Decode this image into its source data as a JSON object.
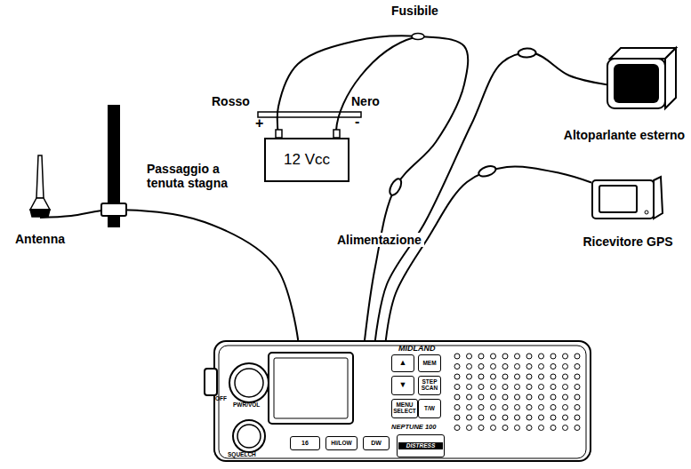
{
  "diagram": {
    "nodes": [
      {
        "text": [
          "Antenna"
        ]
      },
      {
        "text": [
          "12 Vcc"
        ]
      },
      {
        "text": [
          "Altoparlante esterno"
        ]
      },
      {
        "text": [
          "Ricevitore GPS"
        ]
      },
      {
        "text": [
          "MIDLAND",
          "NEPTUNE 100"
        ]
      },
      {
        "text": [
          "▲"
        ],
        "in": 4
      },
      {
        "text": [
          "MEM"
        ],
        "in": 4
      },
      {
        "text": [
          "▼"
        ],
        "in": 4
      },
      {
        "text": [
          "STEP SCAN"
        ],
        "in": 4
      },
      {
        "text": [
          "MENU SELECT"
        ],
        "in": 4
      },
      {
        "text": [
          "T/W"
        ],
        "in": 4
      },
      {
        "text": [
          "16"
        ],
        "in": 4
      },
      {
        "text": [
          "HI/LOW"
        ],
        "in": 4
      },
      {
        "text": [
          "DW"
        ],
        "in": 4
      },
      {
        "text": [
          "DISTRESS"
        ],
        "in": 4
      }
    ],
    "edges": [
      {
        "from": 0,
        "to": 4,
        "arrow": "none"
      },
      {
        "from": 1,
        "to": 4,
        "arrow": "none"
      },
      {
        "from": 2,
        "to": 4,
        "arrow": "none"
      },
      {
        "from": 3,
        "to": 4,
        "arrow": "none"
      }
    ],
    "labels": [
      "Fusibile",
      "Rosso",
      "Nero",
      "+",
      "-",
      "Passaggio a tenuta stagna",
      "Alimentazione",
      "OFF",
      "PWR/VOL",
      "SQUELCH"
    ]
  }
}
